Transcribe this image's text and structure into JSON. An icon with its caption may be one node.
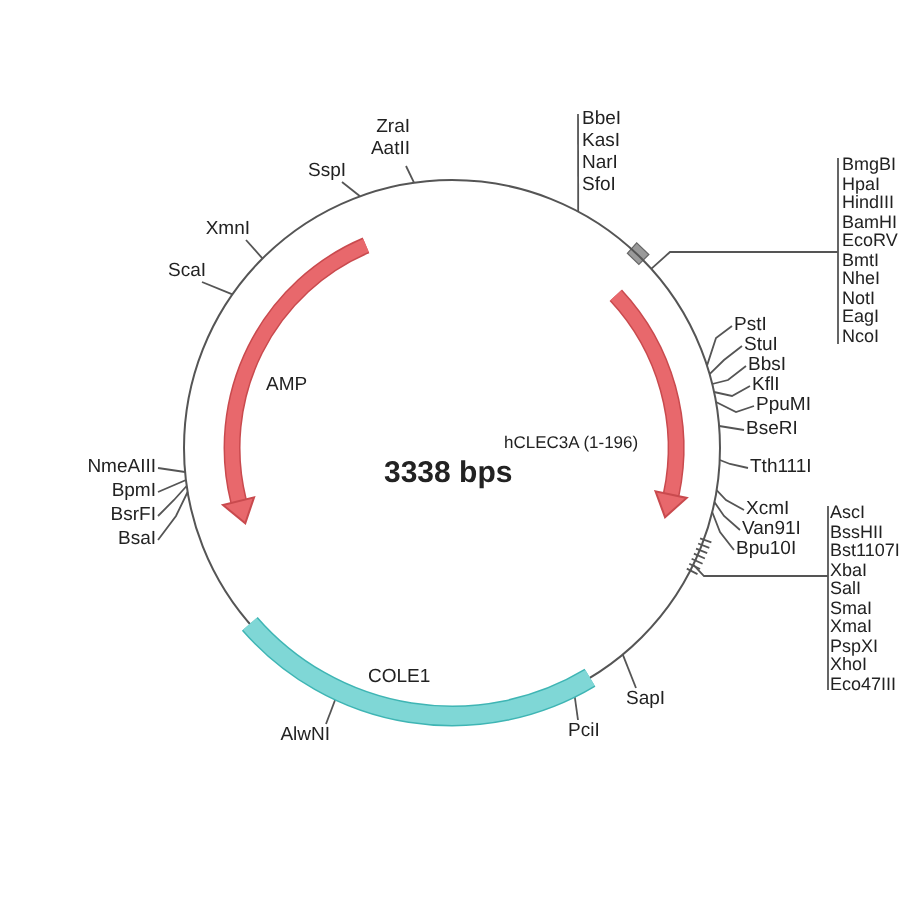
{
  "diagram": {
    "nodes": [
      {
        "text": [
          "3338 bps"
        ]
      },
      {
        "text": [
          "AMP"
        ],
        "in": 0
      },
      {
        "text": [
          "hCLEC3A (1-196)"
        ],
        "in": 0
      },
      {
        "text": [
          "COLE1"
        ]
      },
      {
        "text": [
          "ZraI",
          "AatII"
        ]
      },
      {
        "text": [
          "SspI"
        ]
      },
      {
        "text": [
          "XmnI"
        ]
      },
      {
        "text": [
          "ScaI"
        ]
      },
      {
        "text": [
          "BbeI",
          "KasI",
          "NarI",
          "SfoI"
        ]
      },
      {
        "text": [
          "BmgBI",
          "HpaI",
          "HindIII",
          "BamHI",
          "EcoRV",
          "BmtI",
          "NheI",
          "NotI",
          "EagI",
          "NcoI"
        ]
      },
      {
        "text": [
          "PstI"
        ]
      },
      {
        "text": [
          "StuI"
        ]
      },
      {
        "text": [
          "BbsI"
        ]
      },
      {
        "text": [
          "KflI"
        ]
      },
      {
        "text": [
          "PpuMI"
        ]
      },
      {
        "text": [
          "BseRI"
        ]
      },
      {
        "text": [
          "Tth111I"
        ]
      },
      {
        "text": [
          "XcmI"
        ]
      },
      {
        "text": [
          "Van91I"
        ]
      },
      {
        "text": [
          "Bpu10I"
        ]
      },
      {
        "text": [
          "AscI",
          "BssHII",
          "Bst1107I",
          "XbaI",
          "SalI",
          "SmaI",
          "XmaI",
          "PspXI",
          "XhoI",
          "Eco47III"
        ]
      },
      {
        "text": [
          "SapI"
        ]
      },
      {
        "text": [
          "PciI"
        ]
      },
      {
        "text": [
          "AlwNI"
        ]
      },
      {
        "text": [
          "NmeAIII"
        ]
      },
      {
        "text": [
          "BpmI"
        ]
      },
      {
        "text": [
          "BsrFI"
        ]
      },
      {
        "text": [
          "BsaI"
        ]
      }
    ],
    "edges": [
      {
        "from": 4,
        "to": 0,
        "arrow": "none"
      },
      {
        "from": 5,
        "to": 0,
        "arrow": "none"
      },
      {
        "from": 6,
        "to": 0,
        "arrow": "none"
      },
      {
        "from": 7,
        "to": 0,
        "arrow": "none"
      },
      {
        "from": 8,
        "to": 0,
        "arrow": "none"
      },
      {
        "from": 9,
        "to": 0,
        "arrow": "none"
      },
      {
        "from": 10,
        "to": 0,
        "arrow": "none"
      },
      {
        "from": 11,
        "to": 0,
        "arrow": "none"
      },
      {
        "from": 12,
        "to": 0,
        "arrow": "none"
      },
      {
        "from": 13,
        "to": 0,
        "arrow": "none"
      },
      {
        "from": 14,
        "to": 0,
        "arrow": "none"
      },
      {
        "from": 15,
        "to": 0,
        "arrow": "none"
      },
      {
        "from": 16,
        "to": 0,
        "arrow": "none"
      },
      {
        "from": 17,
        "to": 0,
        "arrow": "none"
      },
      {
        "from": 18,
        "to": 0,
        "arrow": "none"
      },
      {
        "from": 19,
        "to": 0,
        "arrow": "none"
      },
      {
        "from": 20,
        "to": 0,
        "arrow": "none"
      },
      {
        "from": 21,
        "to": 0,
        "arrow": "none"
      },
      {
        "from": 22,
        "to": 0,
        "arrow": "none"
      },
      {
        "from": 23,
        "to": 0,
        "arrow": "none"
      },
      {
        "from": 24,
        "to": 0,
        "arrow": "none"
      },
      {
        "from": 25,
        "to": 0,
        "arrow": "none"
      },
      {
        "from": 26,
        "to": 0,
        "arrow": "none"
      },
      {
        "from": 27,
        "to": 0,
        "arrow": "none"
      }
    ]
  }
}
